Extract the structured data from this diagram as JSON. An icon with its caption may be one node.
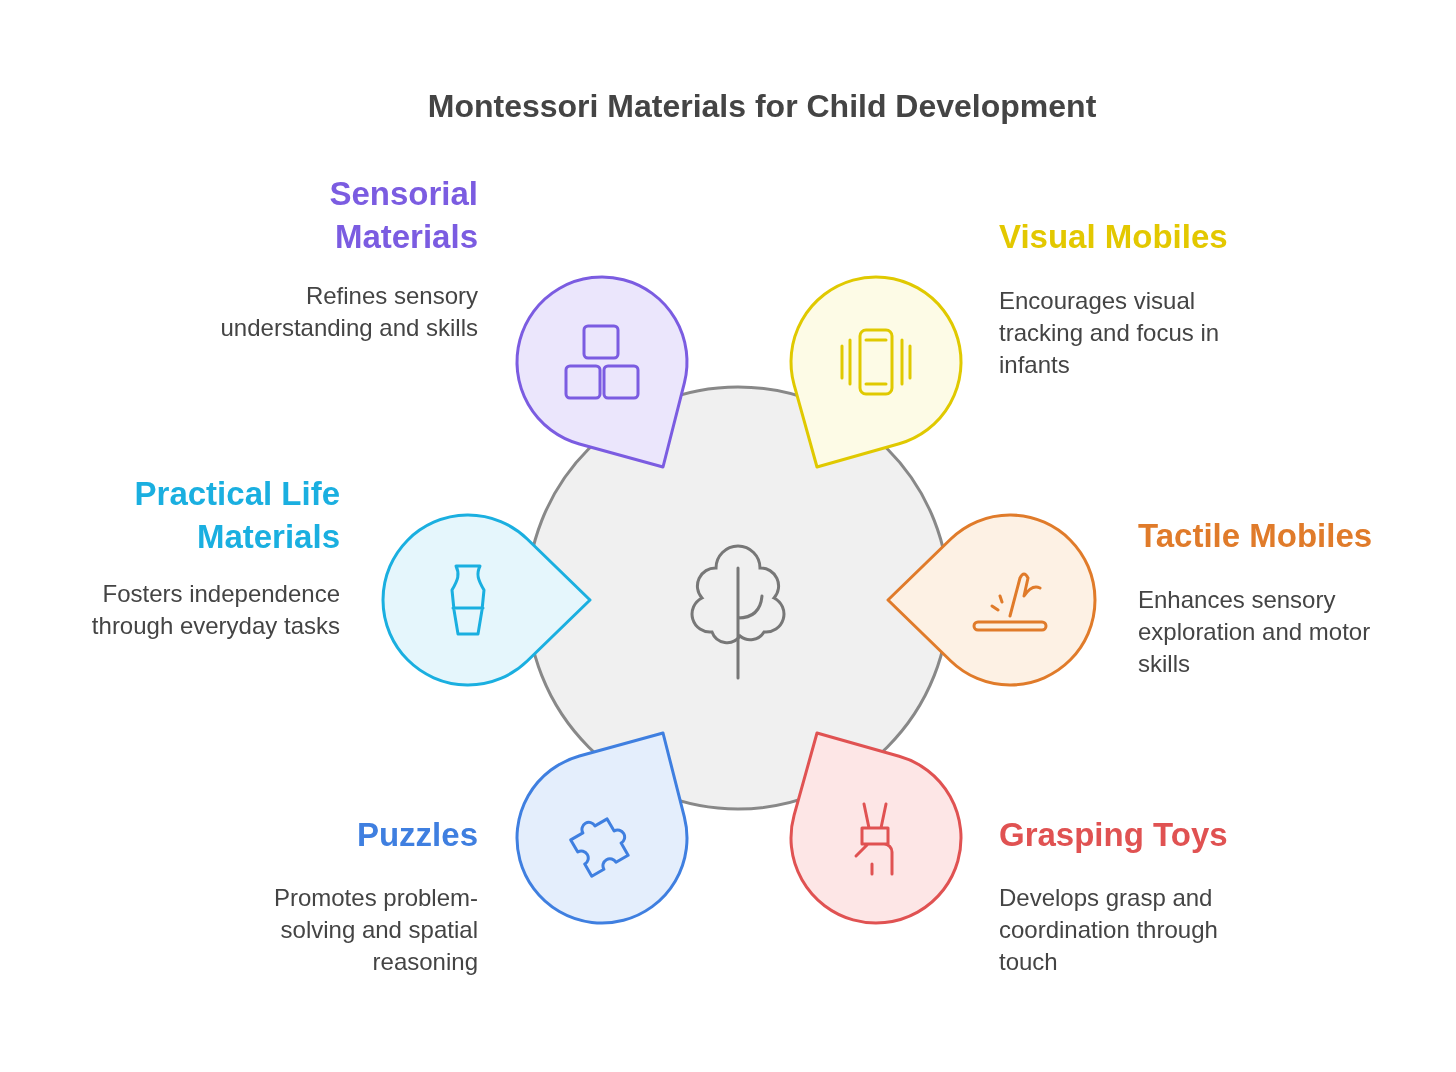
{
  "diagram": {
    "title": "Montessori Materials for Child Development",
    "nodes": [
      {
        "text": [
          "Sensorial Materials",
          "Refines sensory understanding and skills"
        ]
      },
      {
        "text": [
          "Visual Mobiles",
          "Encourages visual tracking and focus in infants"
        ]
      },
      {
        "text": [
          "Practical Life Materials",
          "Fosters independence through everyday tasks"
        ]
      },
      {
        "text": [
          "Tactile Mobiles",
          "Enhances sensory exploration and motor skills"
        ]
      },
      {
        "text": [
          "Puzzles",
          "Promotes problem-solving and spatial reasoning"
        ]
      },
      {
        "text": [
          "Grasping Toys",
          "Develops grasp and coordination through touch"
        ]
      }
    ]
  }
}
